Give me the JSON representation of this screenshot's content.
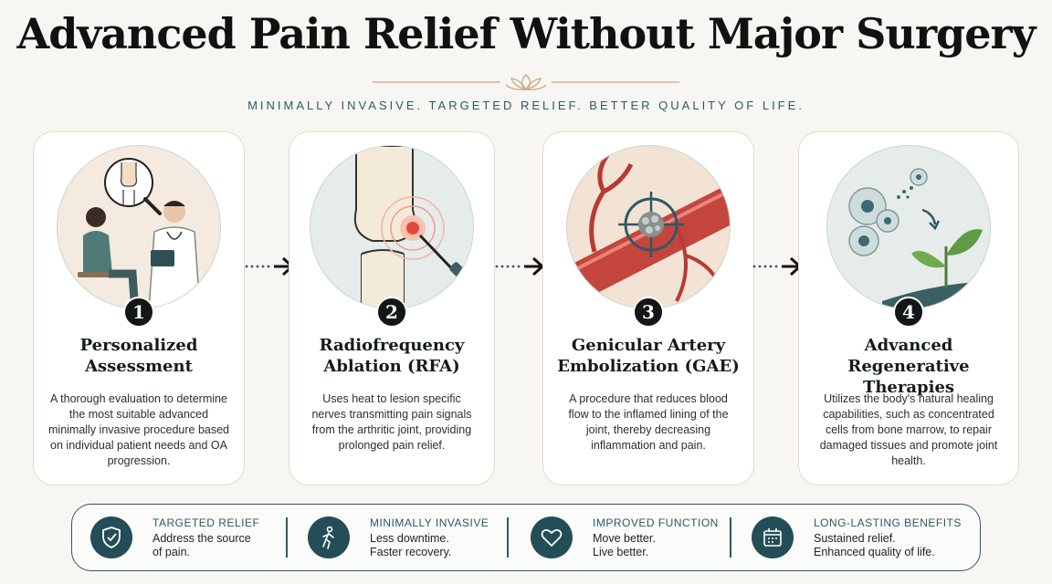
{
  "header": {
    "title": "Advanced Pain Relief Without Major Surgery",
    "subtitle": "MINIMALLY INVASIVE. TARGETED RELIEF. BETTER QUALITY OF LIFE."
  },
  "colors": {
    "background": "#f7f6f3",
    "accent_teal": "#234e57",
    "card_border": "#e9d8c6",
    "pain_red": "#e0473a",
    "artery_red": "#b83a34"
  },
  "steps": [
    {
      "number": "1",
      "title": "Personalized\nAssessment",
      "description": "A thorough evaluation to determine the most suitable advanced minimally invasive procedure based on individual patient needs and OA progression.",
      "icon": "doctor-patient-consultation-icon"
    },
    {
      "number": "2",
      "title": "Radiofrequency\nAblation (RFA)",
      "description": "Uses heat to lesion specific nerves transmitting pain signals from the arthritic joint, providing prolonged pain relief.",
      "icon": "knee-ablation-probe-icon"
    },
    {
      "number": "3",
      "title": "Genicular Artery\nEmbolization (GAE)",
      "description": "A procedure that reduces blood flow to the inflamed lining of the joint, thereby decreasing inflammation and pain.",
      "icon": "artery-target-icon"
    },
    {
      "number": "4",
      "title": "Advanced\nRegenerative Therapies",
      "description": "Utilizes the body's natural healing capabilities, such as concentrated cells from bone marrow, to repair damaged tissues and promote joint health.",
      "icon": "cells-sprout-icon"
    }
  ],
  "benefits": [
    {
      "heading": "TARGETED RELIEF",
      "line1": "Address the source",
      "line2": "of pain.",
      "icon": "shield-check-icon"
    },
    {
      "heading": "MINIMALLY INVASIVE",
      "line1": "Less downtime.",
      "line2": "Faster recovery.",
      "icon": "walking-person-icon"
    },
    {
      "heading": "IMPROVED FUNCTION",
      "line1": "Move better.",
      "line2": "Live better.",
      "icon": "heart-icon"
    },
    {
      "heading": "LONG-LASTING BENEFITS",
      "line1": "Sustained relief.",
      "line2": "Enhanced quality of life.",
      "icon": "calendar-icon"
    }
  ]
}
